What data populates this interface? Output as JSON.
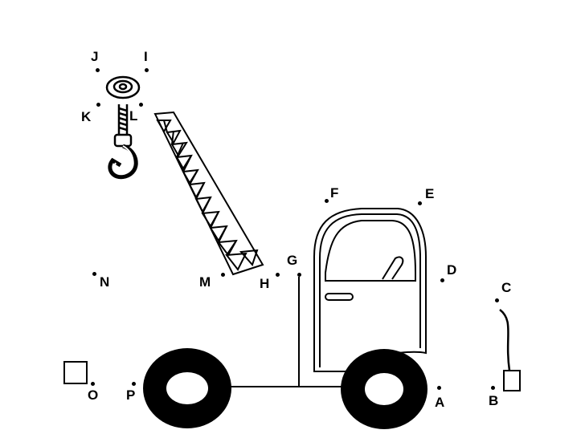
{
  "points": {
    "A": "A",
    "B": "B",
    "C": "C",
    "D": "D",
    "E": "E",
    "F": "F",
    "G": "G",
    "H": "H",
    "I": "I",
    "J": "J",
    "K": "K",
    "L": "L",
    "M": "M",
    "N": "N",
    "O": "O",
    "P": "P"
  },
  "colors": {
    "ink": "#000000",
    "paper": "#ffffff"
  }
}
